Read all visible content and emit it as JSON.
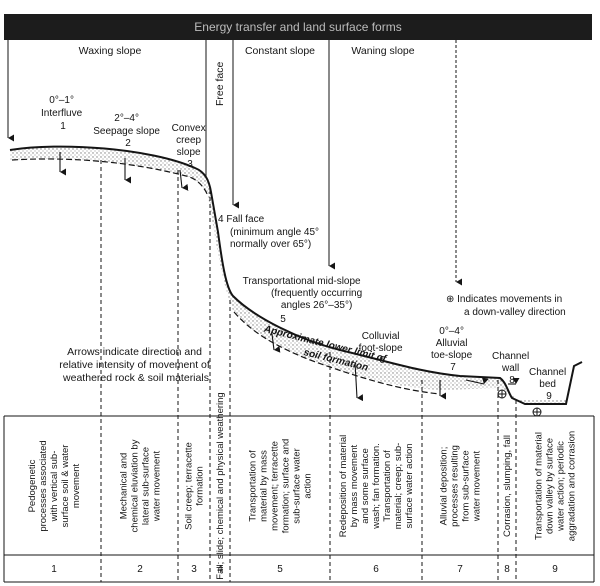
{
  "header": {
    "title": "Energy transfer and land surface forms",
    "waxing_slope": "Waxing slope",
    "free_face": "Free face",
    "constant_slope": "Constant slope",
    "waning_slope": "Waning slope"
  },
  "units": [
    {
      "lines": [
        "0°–1°",
        "Interfluve",
        "1"
      ]
    },
    {
      "lines": [
        "2°–4°",
        "Seepage slope",
        "2"
      ]
    },
    {
      "lines": [
        "Convex",
        "creep",
        "slope",
        "3"
      ]
    },
    {
      "lines": [
        "4  Fall face",
        "(minimum angle 45°",
        "normally over 65°)"
      ]
    },
    {
      "lines": [
        "Transportational mid-slope",
        "(frequently occurring",
        "angles 26°–35°)",
        "5"
      ]
    },
    {
      "lines": [
        "Colluvial",
        "foot-slope",
        "6"
      ]
    },
    {
      "lines": [
        "0°–4°",
        "Alluvial",
        "toe-slope",
        "7"
      ]
    },
    {
      "lines": [
        "Channel",
        "wall",
        "8"
      ]
    },
    {
      "lines": [
        "Channel",
        "bed",
        "9"
      ]
    }
  ],
  "legend_note": [
    "⊕  Indicates movements in",
    "a down-valley direction"
  ],
  "arrows_note": [
    "Arrows indicate direction and",
    "relative intensity of movement of",
    "weathered rock & soil materials"
  ],
  "lower_limit_label": [
    "Approximate lower limit of",
    "soil formation"
  ],
  "processes": [
    {
      "id": "1",
      "lines": [
        "Pedogenetic",
        "processes associated",
        "with vertical sub-",
        "surface soil & water",
        "movement"
      ]
    },
    {
      "id": "2",
      "lines": [
        "Mechanical and",
        "chemical eluviation by",
        "lateral sub-surface",
        "water movement"
      ]
    },
    {
      "id": "3",
      "lines": [
        "Soil creep; terracette",
        "formation"
      ]
    },
    {
      "id": "4",
      "lines": [
        "Fall; slide; chemical and physical weathering"
      ]
    },
    {
      "id": "5",
      "lines": [
        "Transportation of",
        "material by mass",
        "movement; terracette",
        "formation; surface and",
        "sub-surface water",
        "action"
      ]
    },
    {
      "id": "6",
      "lines": [
        "Redeposition of material",
        "by mass movement",
        "and some surface",
        "wash; fan formation.",
        "Transportation of",
        "material; creep; sub-",
        "surface water action"
      ]
    },
    {
      "id": "7",
      "lines": [
        "Alluvial deposition;",
        "processes resulting",
        "from sub-surface",
        "water movement"
      ]
    },
    {
      "id": "8",
      "lines": [
        "Corrasion, slumping, fall"
      ]
    },
    {
      "id": "9",
      "lines": [
        "Transportation of material",
        "down valley by surface",
        "water action; periodic",
        "aggradation and corrasion"
      ]
    }
  ],
  "colors": {
    "ink": "#151515",
    "paper": "#ffffff",
    "header_fill": "#1c1c1c",
    "stipple": "#9a9a9a"
  }
}
